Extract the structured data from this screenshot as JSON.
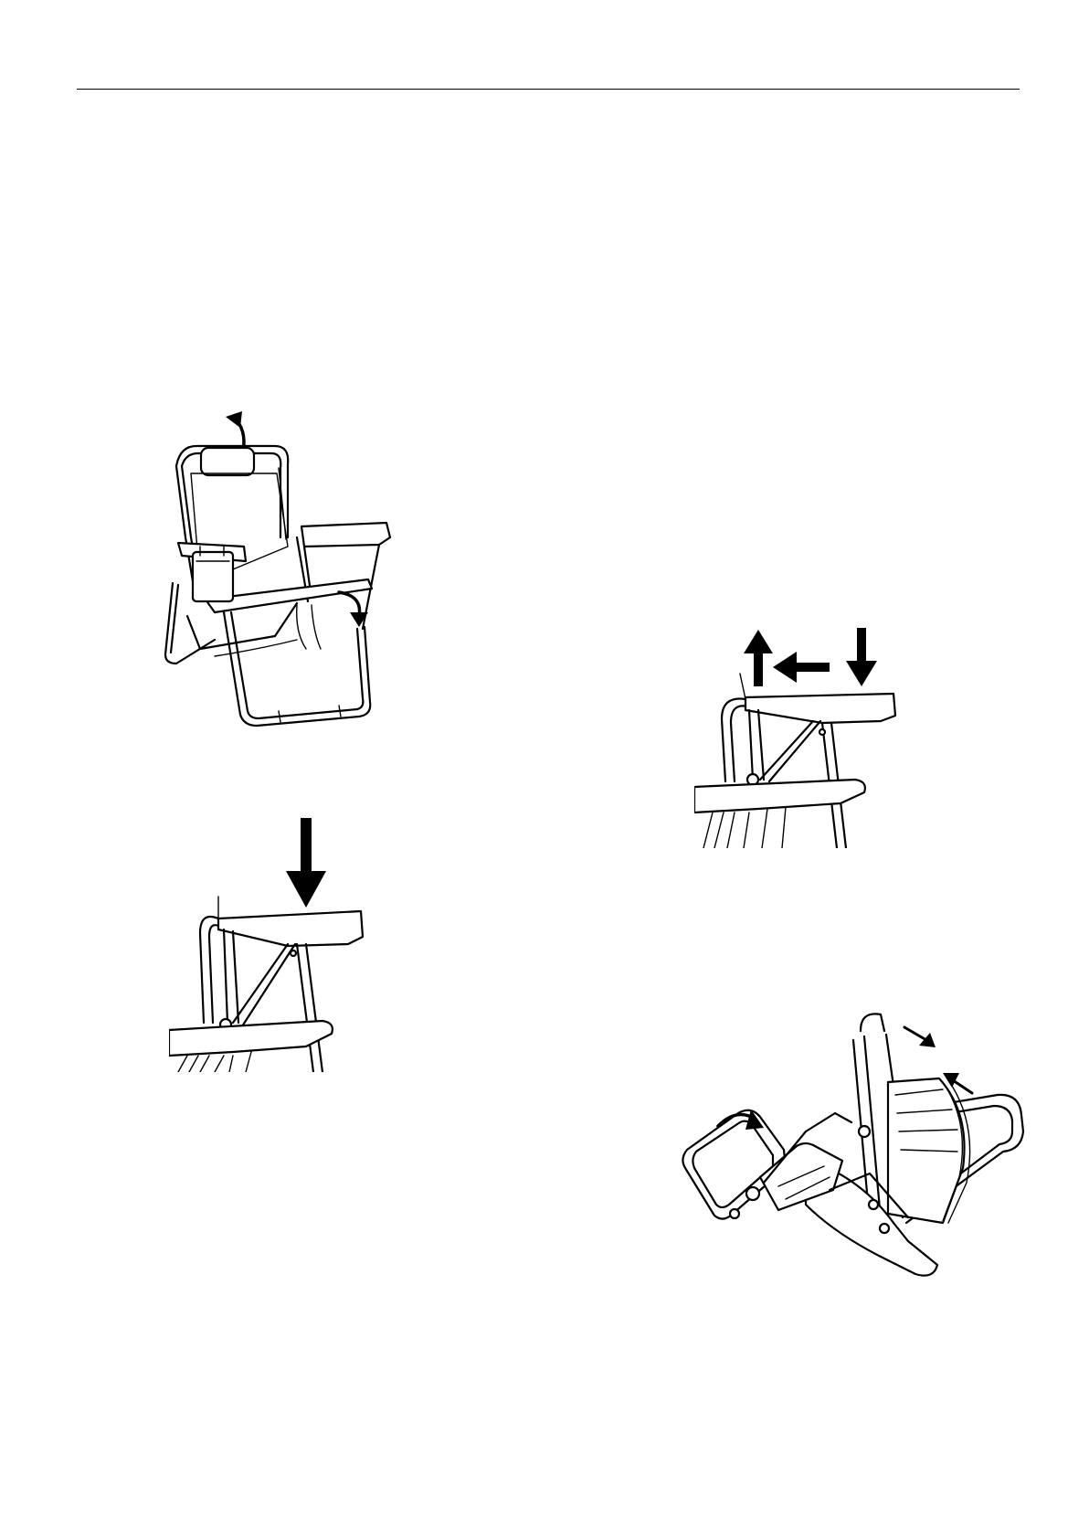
{
  "page": {
    "background": "#ffffff",
    "line_color": "#000000"
  },
  "figures": [
    {
      "id": "open-chair",
      "icons": [
        "backrest-lift-arrow-icon",
        "armrest-rotate-arrow-icon"
      ]
    },
    {
      "id": "armrest-press",
      "icons": [
        "down-arrow-icon"
      ]
    },
    {
      "id": "armrest-release",
      "icons": [
        "up-arrow-icon",
        "left-arrow-icon",
        "down-arrow-icon"
      ]
    },
    {
      "id": "fold-chair",
      "icons": [
        "rotate-arrow-icon",
        "converge-arrows-icon"
      ]
    }
  ]
}
